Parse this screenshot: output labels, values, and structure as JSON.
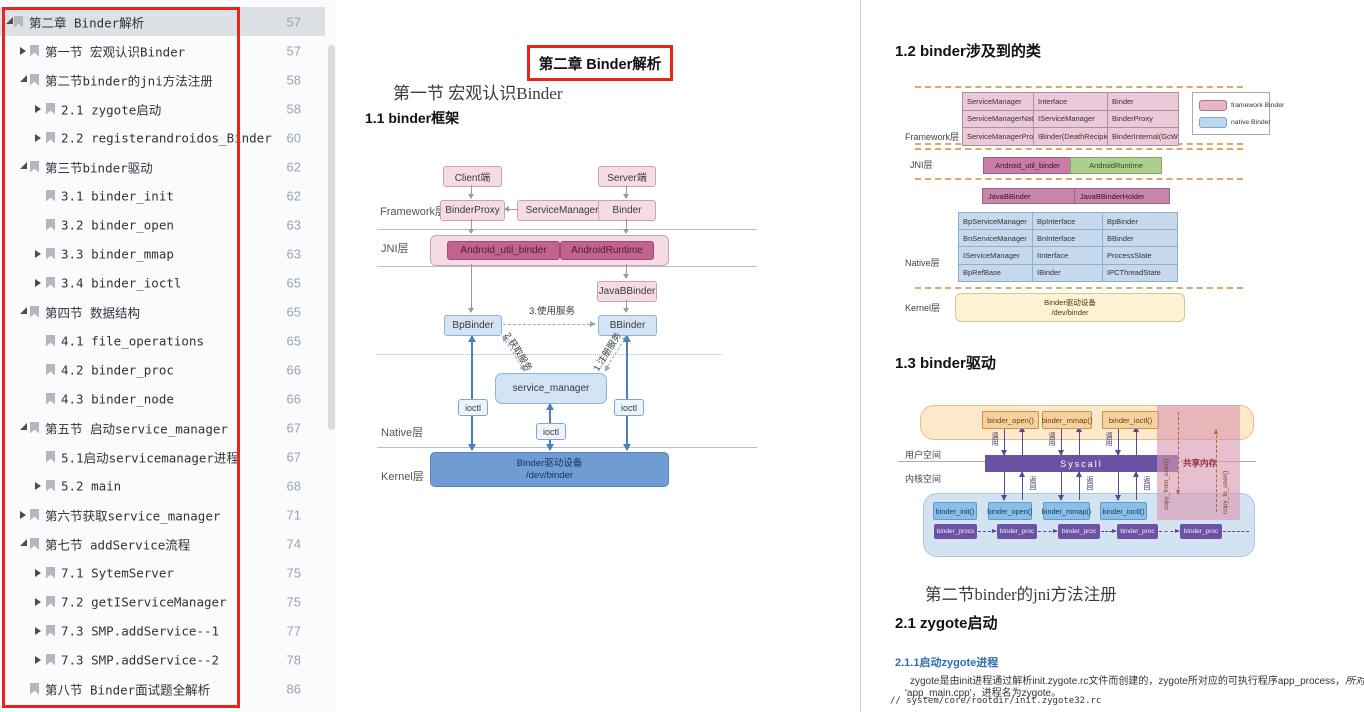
{
  "sidebar": {
    "items": [
      {
        "label": "第二章 Binder解析",
        "page": "57"
      },
      {
        "label": "第一节 宏观认识Binder",
        "page": "57"
      },
      {
        "label": "第二节binder的jni方法注册",
        "page": "58"
      },
      {
        "label": "2.1 zygote启动",
        "page": "58"
      },
      {
        "label": "2.2 registerandroidos_Binder",
        "page": "60"
      },
      {
        "label": "第三节binder驱动",
        "page": "62"
      },
      {
        "label": "3.1 binder_init",
        "page": "62"
      },
      {
        "label": "3.2 binder_open",
        "page": "63"
      },
      {
        "label": "3.3 binder_mmap",
        "page": "63"
      },
      {
        "label": "3.4 binder_ioctl",
        "page": "65"
      },
      {
        "label": "第四节 数据结构",
        "page": "65"
      },
      {
        "label": "4.1 file_operations",
        "page": "65"
      },
      {
        "label": "4.2 binder_proc",
        "page": "66"
      },
      {
        "label": "4.3 binder_node",
        "page": "66"
      },
      {
        "label": "第五节 启动service_manager",
        "page": "67"
      },
      {
        "label": "5.1启动servicemanager进程",
        "page": "67"
      },
      {
        "label": "5.2 main",
        "page": "68"
      },
      {
        "label": "第六节获取service_manager",
        "page": "71"
      },
      {
        "label": "第七节 addService流程",
        "page": "74"
      },
      {
        "label": "7.1 SytemServer",
        "page": "75"
      },
      {
        "label": "7.2 getIServiceManager",
        "page": "75"
      },
      {
        "label": "7.3 SMP.addService--1",
        "page": "77"
      },
      {
        "label": "7.3 SMP.addService--2",
        "page": "78"
      },
      {
        "label": "第八节 Binder面试题全解析",
        "page": "86"
      }
    ]
  },
  "page1": {
    "chapter_title": "第二章 Binder解析",
    "section_title": "第一节 宏观认识Binder",
    "subsection_title": "1.1 binder框架",
    "diagram": {
      "layer_framework": "Framework层",
      "layer_jni": "JNI层",
      "layer_native": "Native层",
      "layer_kernel": "Kernel层",
      "client": "Client端",
      "server": "Server端",
      "binder_proxy": "BinderProxy",
      "service_manager_fw": "ServiceManager",
      "binder": "Binder",
      "jni_left": "Android_util_binder",
      "jni_right": "AndroidRuntime",
      "java_bbinder": "JavaBBinder",
      "bp_binder": "BpBinder",
      "b_binder": "BBinder",
      "service_manager": "service_manager",
      "ioctl_label": "ioctl",
      "kernel_line1": "Binder驱动设备",
      "kernel_line2": "/dev/binder",
      "edge_use": "3.使用服务",
      "edge_get": "2.获取服务",
      "edge_register": "1.注册服务"
    }
  },
  "page2": {
    "classes_title": "1.2 binder涉及到的类",
    "class_diagram": {
      "layer_framework": "Framework层",
      "layer_jni": "JNI层",
      "layer_native": "Native层",
      "layer_kernel": "Kernel层",
      "framework_table": [
        [
          "ServiceManager",
          "Interface",
          "Binder"
        ],
        [
          "ServiceManagerNative",
          "IServiceManager",
          "BinderProxy"
        ],
        [
          "ServiceManagerProxy",
          "IBinder(DeathRecipient)",
          "BinderInternal(GcWatcher)"
        ]
      ],
      "legend": [
        {
          "label": "framework Binder",
          "color": "#e3b7c9"
        },
        {
          "label": "native Binder",
          "color": "#bcd7ee"
        }
      ],
      "jni_row": [
        "Android_util_binder",
        "AndroidRuntime"
      ],
      "jbb_row": [
        "JavaBBinder",
        "JavaBBinderHolder"
      ],
      "native_table": [
        [
          "BpServiceManager",
          "BpInterface",
          "BpBinder"
        ],
        [
          "BnServiceManager",
          "BnInterface",
          "BBinder"
        ],
        [
          "IServiceManager",
          "IInterface",
          "ProcessState"
        ],
        [
          "BpRefBase",
          "IBinder",
          "IPCThreadState"
        ]
      ],
      "kernel_line1": "Binder驱动设备",
      "kernel_line2": "/dev/binder"
    },
    "driver_title": "1.3 binder驱动",
    "driver": {
      "user_space": "用户空间",
      "kernel_space": "内核空间",
      "user_funcs": [
        "binder_open()",
        "binder_mmap()",
        "binder_ioctl()"
      ],
      "syscall": "Syscall",
      "call_label": "调用",
      "return_label": "返回",
      "kernel_funcs": [
        "binder_init()",
        "binder_open()",
        "binder_mmap()",
        "binder_ioctl()"
      ],
      "proc_chain": [
        "binder_procs",
        "binder_proc",
        "binder_proc",
        "binder_proc",
        "binder_proc"
      ],
      "shared_mem": "共享内存",
      "copy_from": "copy_from_user()",
      "copy_to": "copy_to_user()"
    },
    "section2_title": "第二节binder的jni方法注册",
    "zygote_heading": "2.1 zygote启动",
    "zygote_subheading": "2.1.1启动zygote进程",
    "body_normal": "zygote是由init进程通过解析init.zygote.rc文件而创建的，zygote所对应的可执行程序app_process，",
    "body_italic": "所对应的源文件是",
    "body_line2": "'app_main.cpp'，进程名为zygote。",
    "code_comment": "// system/core/rootdir/init.zygote32.rc"
  },
  "colors": {
    "annotation_red": "#e8251c",
    "framework_binder_pink": "#e8c7d4",
    "native_binder_blue": "#c6dbf0",
    "syscall_purple": "#6b52a5"
  }
}
